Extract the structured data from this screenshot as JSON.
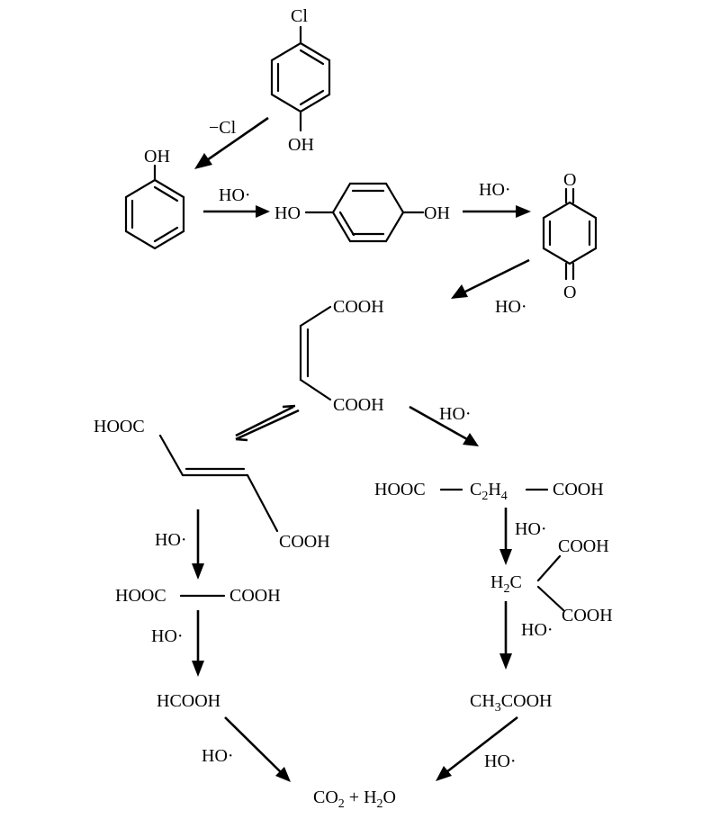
{
  "labels": {
    "cl_top": "Cl",
    "oh_chlorophenol": "OH",
    "minus_cl": "−Cl",
    "oh_phenol": "OH",
    "ho_rad_1": "HO·",
    "ho_hq_left": "HO",
    "oh_hq_right": "OH",
    "ho_rad_2": "HO·",
    "o_quinone_top": "O",
    "o_quinone_bottom": "O",
    "ho_rad_3": "HO·",
    "cooh_maleic_top": "COOH",
    "cooh_maleic_bottom": "COOH",
    "hooc_fumaric": "HOOC",
    "cooh_fumaric": "COOH",
    "ho_rad_4": "HO·",
    "succinic_hooc": "HOOC",
    "succinic_c": "C",
    "succinic_h_sub": "2",
    "succinic_h": "H",
    "succinic_h4_sub": "4",
    "succinic_cooh": "COOH",
    "ho_rad_5": "HO·",
    "oxalic_hooc": "HOOC",
    "oxalic_cooh": "COOH",
    "ho_rad_6": "HO·",
    "ho_rad_7": "HO·",
    "malonic_cooh_top": "COOH",
    "malonic_h": "H",
    "malonic_h_sub": "2",
    "malonic_c": "C",
    "malonic_cooh_bottom": "COOH",
    "ho_rad_8": "HO·",
    "formic": "HCOOH",
    "acetic_ch": "CH",
    "acetic_sub": "3",
    "acetic_cooh": "COOH",
    "ho_rad_9": "HO·",
    "ho_rad_10": "HO·",
    "final_co": "CO",
    "final_co_sub": "2",
    "final_plus": " + H",
    "final_h_sub": "2",
    "final_o": "O"
  }
}
